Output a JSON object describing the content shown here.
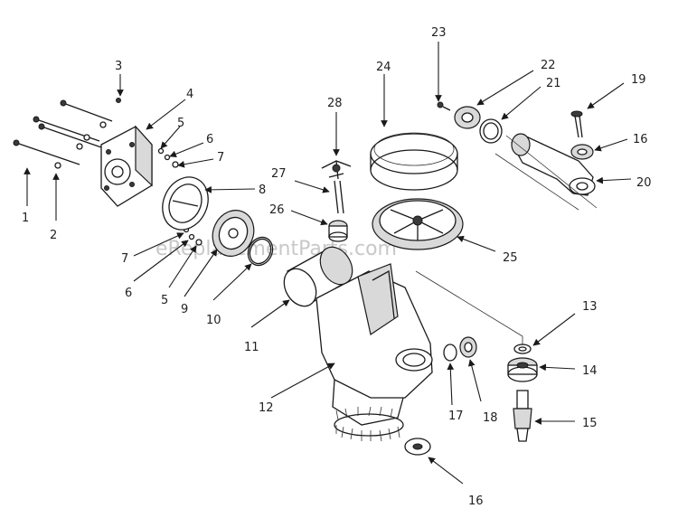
{
  "watermark": "eReplacementParts.com",
  "labels": {
    "l1": "1",
    "l2": "2",
    "l3": "3",
    "l4": "4",
    "l5a": "5",
    "l5b": "5",
    "l6a": "6",
    "l6b": "6",
    "l7a": "7",
    "l7b": "7",
    "l8": "8",
    "l9": "9",
    "l10": "10",
    "l11": "11",
    "l12": "12",
    "l13": "13",
    "l14": "14",
    "l15": "15",
    "l16a": "16",
    "l16b": "16",
    "l17": "17",
    "l18": "18",
    "l19": "19",
    "l20": "20",
    "l21": "21",
    "l22": "22",
    "l23": "23",
    "l24": "24",
    "l25": "25",
    "l26": "26",
    "l27": "27",
    "l28": "28"
  }
}
